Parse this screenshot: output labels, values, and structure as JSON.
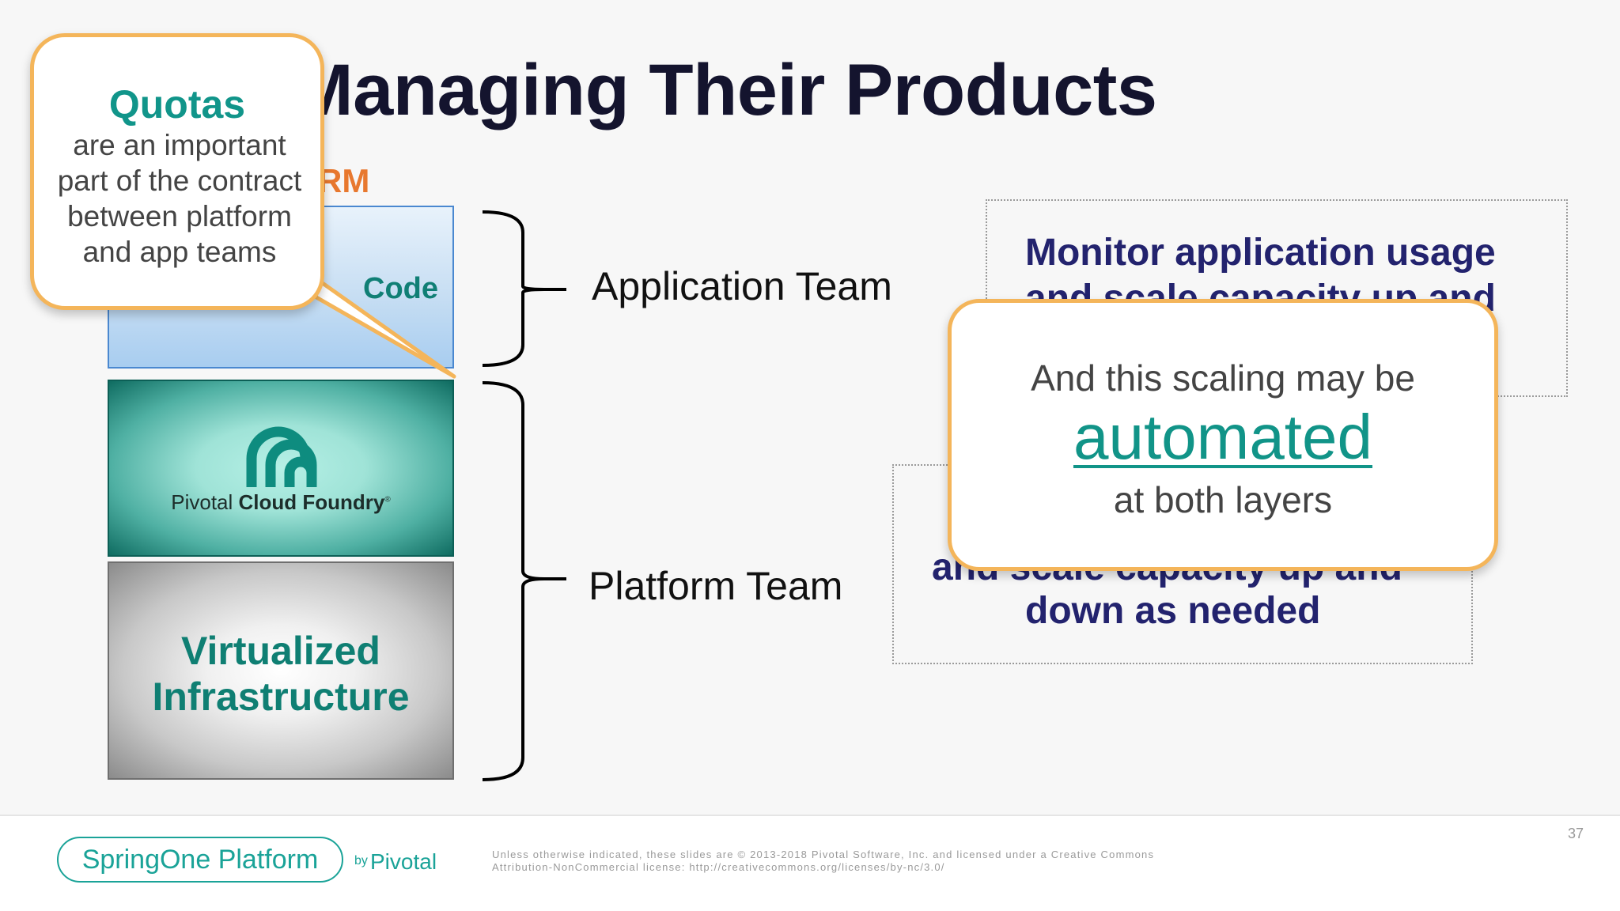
{
  "slide": {
    "title": "Managing Their Products",
    "orange_label": "RM",
    "page_number": "37"
  },
  "stack": {
    "code_label": "Code",
    "pcf_brand_regular": "Pivotal",
    "pcf_brand_bold": "Cloud Foundry",
    "pcf_trademark": "®",
    "infra_line1": "Virtualized",
    "infra_line2": "Infrastructure"
  },
  "teams": {
    "application": "Application Team",
    "platform": "Platform Team"
  },
  "monitor_boxes": {
    "top_line1": "Monitor application usage",
    "top_line2": "and scale capacity up and",
    "bottom_line1": "and scale capacity up and",
    "bottom_line2": "down as needed"
  },
  "callout_quotas": {
    "heading": "Quotas",
    "line1": "are an important",
    "line2": "part of the contract",
    "line3": "between platform",
    "line4": "and app teams"
  },
  "callout_automated": {
    "line1": "And this scaling may be",
    "emphasis": "automated",
    "line3": "at both layers"
  },
  "footer": {
    "logo_text": "SpringOne Platform",
    "by": "by",
    "pivotal": "Pivotal",
    "legal_line1": "Unless otherwise indicated, these slides are © 2013-2018 Pivotal Software, Inc. and licensed under a Creative Commons",
    "legal_line2": "Attribution-NonCommercial license: http://creativecommons.org/licenses/by-nc/3.0/"
  },
  "colors": {
    "teal": "#119488",
    "navy": "#23236e",
    "orange": "#e8782e",
    "callout_border": "#f4b55a"
  }
}
